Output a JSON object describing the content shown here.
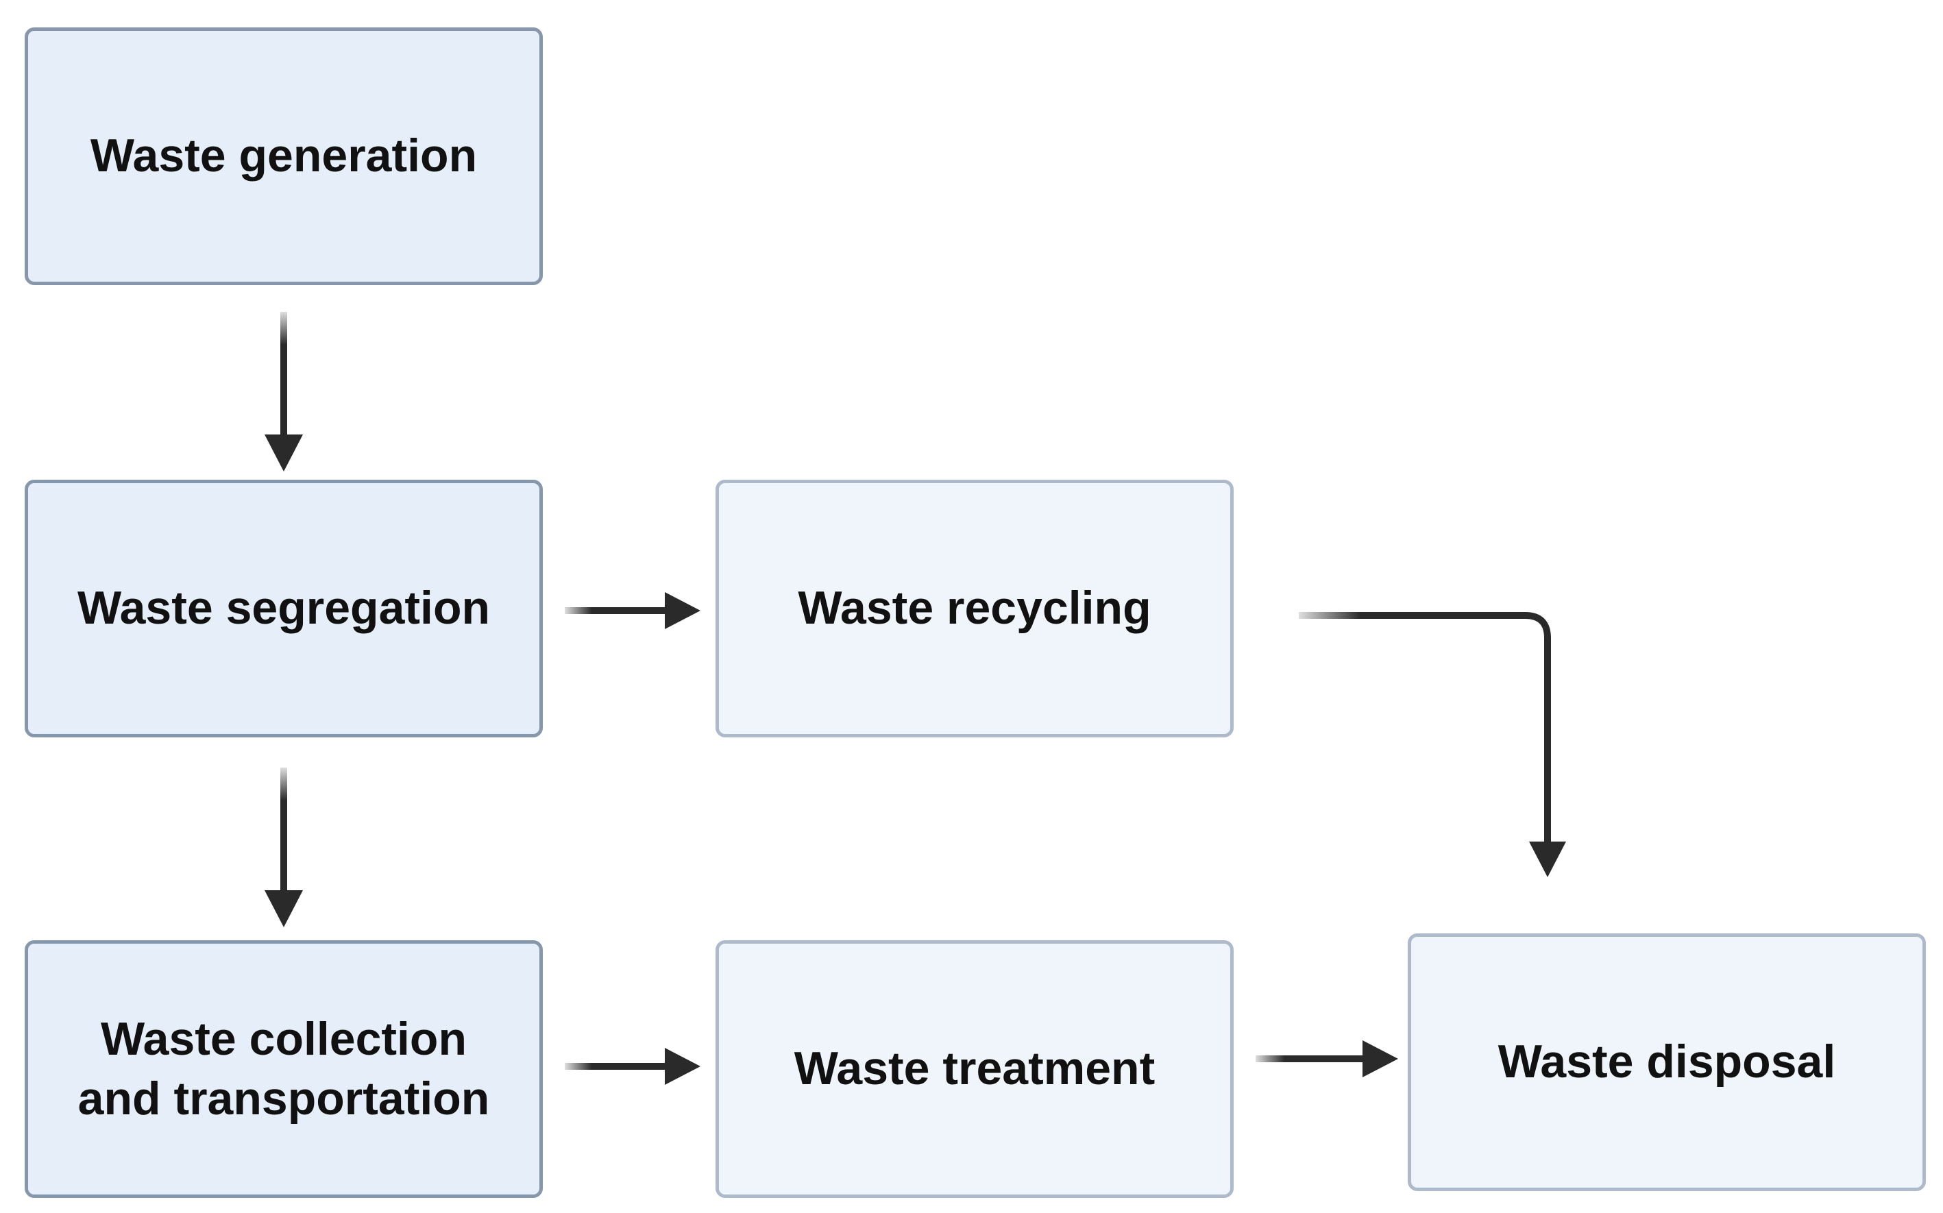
{
  "diagram": {
    "nodes": {
      "generation": "Waste generation",
      "segregation": "Waste segregation",
      "collection": "Waste collection and transportation",
      "recycling": "Waste recycling",
      "treatment": "Waste treatment",
      "disposal": "Waste disposal"
    },
    "edges": [
      {
        "from": "generation",
        "to": "segregation"
      },
      {
        "from": "segregation",
        "to": "recycling"
      },
      {
        "from": "segregation",
        "to": "collection"
      },
      {
        "from": "recycling",
        "to": "disposal"
      },
      {
        "from": "collection",
        "to": "treatment"
      },
      {
        "from": "treatment",
        "to": "disposal"
      }
    ],
    "colors": {
      "primary_box_fill": "#e6eff9",
      "primary_box_border": "#8696ab",
      "secondary_box_fill": "#eff5fb",
      "secondary_box_border": "#aebacb",
      "arrow": "#2a2a2a",
      "text": "#111111"
    }
  }
}
